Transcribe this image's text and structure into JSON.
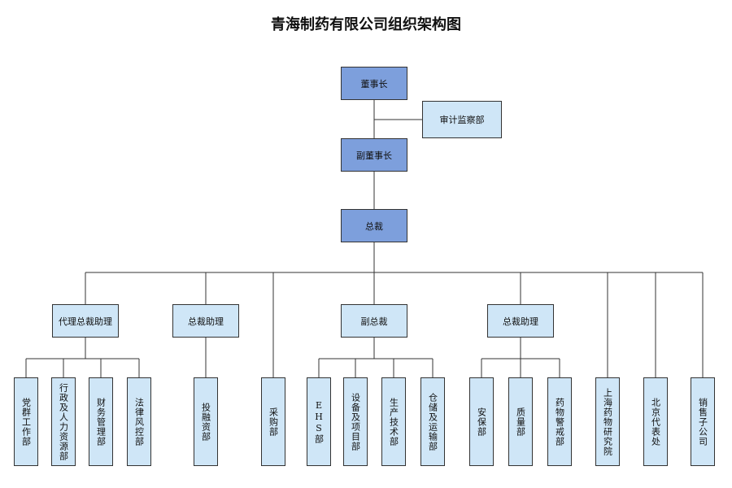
{
  "title": "青海制药有限公司组织架构图",
  "colors": {
    "executive": "#7d9fdc",
    "department": "#cfe6f7",
    "line": "#333333"
  },
  "nodes": {
    "chairman": "董事长",
    "audit": "审计监察部",
    "vice_chairman": "副董事长",
    "president": "总裁",
    "acting_assistant": "代理总裁助理",
    "assistant_1": "总裁助理",
    "vice_president": "副总裁",
    "assistant_2": "总裁助理",
    "dept_party": "党群工作部",
    "dept_admin_hr": "行政及人力资源部",
    "dept_finance": "财务管理部",
    "dept_legal_risk": "法律风控部",
    "dept_investment": "投融资部",
    "dept_procurement": "采购部",
    "dept_ehs": "EHS部",
    "dept_equipment_projects": "设备及项目部",
    "dept_production_tech": "生产技术部",
    "dept_storage_transport": "仓储及运输部",
    "dept_safety": "安保部",
    "dept_quality": "质量部",
    "dept_pharmacovigilance": "药物警戒部",
    "shanghai_institute": "上海药物研究院",
    "beijing_office": "北京代表处",
    "sales_subsidiary": "销售子公司"
  }
}
